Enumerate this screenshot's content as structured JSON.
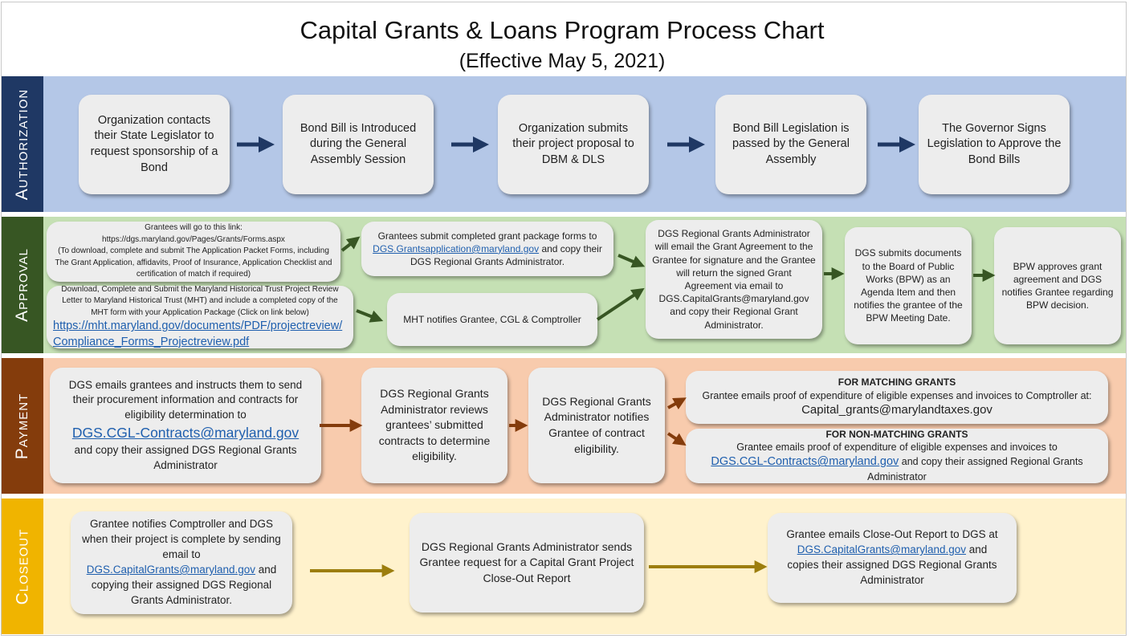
{
  "title": "Capital Grants & Loans Program Process Chart",
  "subtitle": "(Effective May 5, 2021)",
  "colors": {
    "authorization_bg": "#b4c7e7",
    "authorization_label": "#1f3864",
    "authorization_arrow": "#1f3864",
    "approval_bg": "#c5e0b4",
    "approval_label": "#375623",
    "approval_arrow": "#375623",
    "payment_bg": "#f8cbad",
    "payment_label": "#843c0c",
    "payment_arrow": "#843c0c",
    "closeout_bg": "#fff2cc",
    "closeout_label": "#f0b400",
    "closeout_arrow": "#9c7e0e"
  },
  "authorization": {
    "label": "Authorization",
    "steps": [
      "Organization contacts their State Legislator to request sponsorship of a Bond",
      "Bond Bill is Introduced during the General Assembly Session",
      "Organization submits their project proposal to DBM & DLS",
      "Bond Bill Legislation is passed by the General Assembly",
      "The Governor Signs Legislation to Approve the Bond Bills"
    ]
  },
  "approval": {
    "label": "Approval",
    "link_box": {
      "line1": "Grantees will go to this link:",
      "line2": "https://dgs.maryland.gov/Pages/Grants/Forms.aspx",
      "line3": "(To download, complete and submit The Application Packet Forms, including The Grant Application, affidavits, Proof of Insurance, Application Checklist and certification of match if required)"
    },
    "mht_box": {
      "text": "Download, Complete and Submit the Maryland Historical Trust Project Review Letter to Maryland Historical Trust (MHT) and include a completed copy of the MHT form with your Application Package (Click on link below)",
      "link": "https://mht.maryland.gov/documents/PDF/projectreview/Compliance_Forms_Projectreview.pdf"
    },
    "submit_box": {
      "pre": "Grantees submit completed grant package forms to",
      "email": "DGS.Grantsapplication@maryland.gov",
      "post": "and copy their DGS Regional Grants Administrator."
    },
    "mht_notify": "MHT notifies Grantee, CGL & Comptroller",
    "admin_email": {
      "pre": "DGS Regional Grants Administrator will email the Grant Agreement to the Grantee for signature and the Grantee will return the signed Grant Agreement via email to",
      "email": "DGS.CapitalGrants@maryland.gov",
      "post": "and copy their Regional Grant Administrator."
    },
    "dgs_submits": "DGS submits documents to the Board of Public Works (BPW) as an Agenda Item and then notifies the grantee of the BPW Meeting Date.",
    "bpw": "BPW approves grant agreement and DGS notifies Grantee regarding BPW decision."
  },
  "payment": {
    "label": "Payment",
    "emails_box": {
      "pre": "DGS emails grantees and instructs them to send their procurement information and contracts for eligibility determination to",
      "email": "DGS.CGL-Contracts@maryland.gov",
      "post": "and copy their assigned DGS Regional Grants Administrator"
    },
    "reviews": "DGS Regional Grants Administrator reviews grantees’ submitted contracts to determine eligibility.",
    "notifies": "DGS Regional Grants Administrator notifies Grantee of contract   eligibility.",
    "matching": {
      "heading": "FOR MATCHING GRANTS",
      "text": "Grantee emails proof of expenditure of eligible expenses and invoices to Comptroller at:",
      "email": "Capital_grants@marylandtaxes.gov"
    },
    "nonmatching": {
      "heading": "FOR NON-MATCHING GRANTS",
      "text": "Grantee emails proof of expenditure of eligible expenses and invoices to",
      "email": "DGS.CGL-Contracts@maryland.gov",
      "post": "and copy their assigned Regional Grants Administrator"
    }
  },
  "closeout": {
    "label": "Closeout",
    "notify": {
      "pre": "Grantee notifies Comptroller and DGS when their project is complete by sending email to",
      "email": "DGS.CapitalGrants@maryland.gov",
      "and": "and",
      "post": "copying their assigned DGS Regional Grants Administrator."
    },
    "request": "DGS Regional Grants Administrator sends Grantee request for a Capital Grant Project Close-Out Report",
    "report": {
      "pre": "Grantee emails Close-Out Report to DGS at",
      "email": "DGS.CapitalGrants@maryland.gov",
      "and": "and",
      "post": "copies their assigned DGS Regional Grants Administrator"
    }
  }
}
